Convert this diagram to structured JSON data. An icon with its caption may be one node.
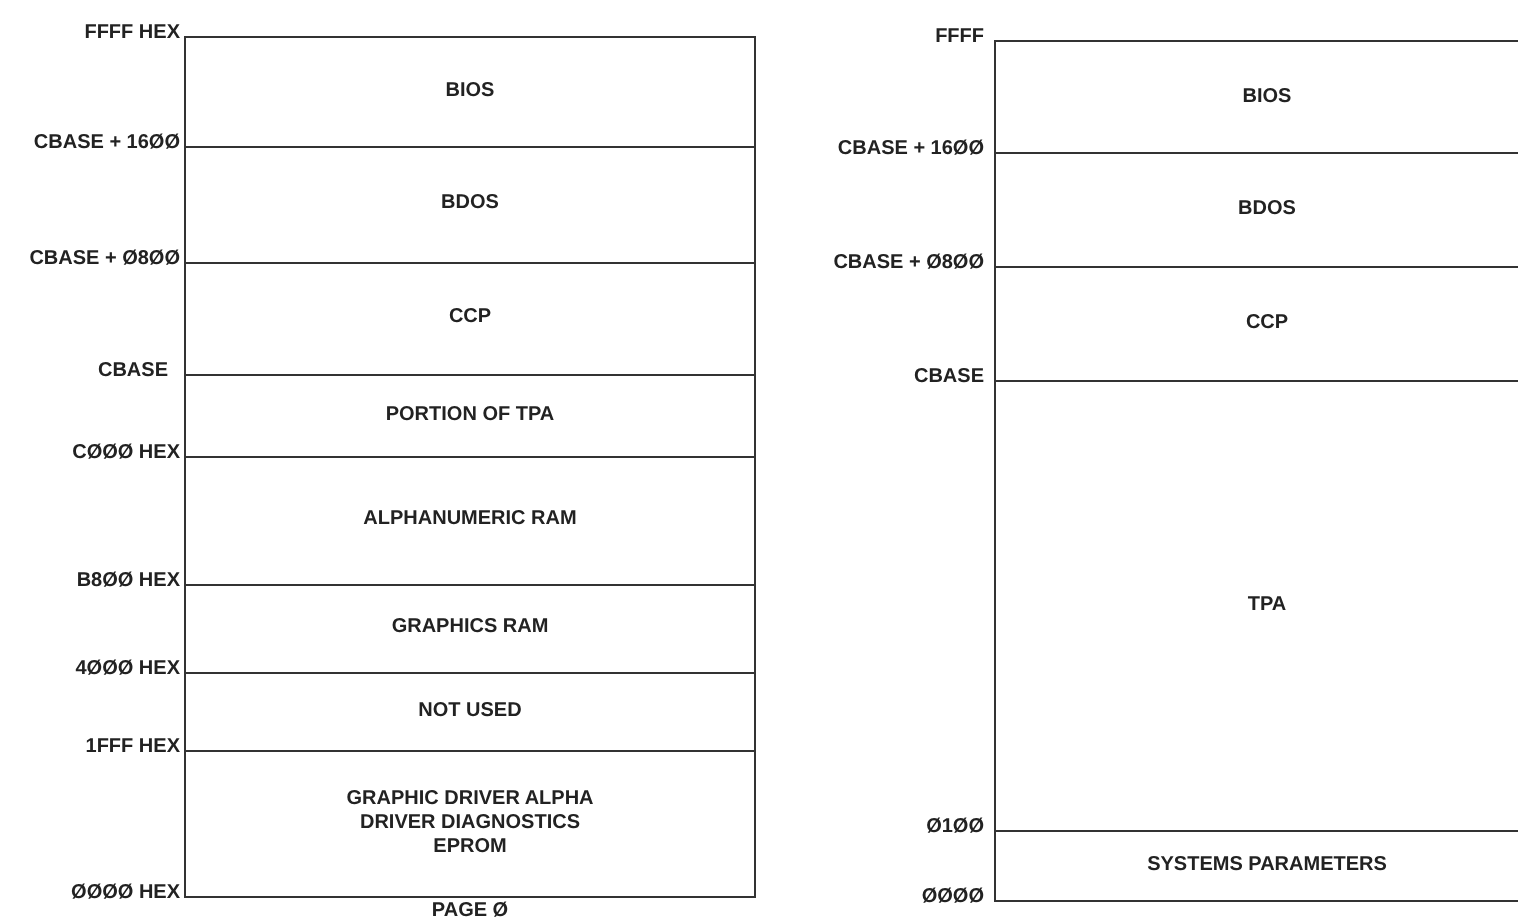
{
  "diagram": {
    "nodes": [
      {
        "text": [
          "BIOS"
        ]
      },
      {
        "text": [
          "BDOS"
        ]
      },
      {
        "text": [
          "CCP"
        ]
      },
      {
        "text": [
          "PORTION OF TPA"
        ]
      },
      {
        "text": [
          "ALPHANUMERIC RAM"
        ]
      },
      {
        "text": [
          "GRAPHICS RAM"
        ]
      },
      {
        "text": [
          "NOT USED"
        ]
      },
      {
        "text": [
          "GRAPHIC DRIVER ALPHA DRIVER DIAGNOSTICS EPROM"
        ]
      },
      {
        "text": [
          "BIOS"
        ]
      },
      {
        "text": [
          "BDOS"
        ]
      },
      {
        "text": [
          "CCP"
        ]
      },
      {
        "text": [
          "TPA"
        ]
      },
      {
        "text": [
          "SYSTEMS PARAMETERS"
        ]
      }
    ],
    "labels": [
      "FFFF HEX",
      "CBASE + 16ØØ",
      "CBASE + Ø8ØØ",
      "CBASE",
      "CØØØ HEX",
      "B8ØØ HEX",
      "4ØØØ HEX",
      "1FFF HEX",
      "ØØØØ HEX",
      "FFFF",
      "CBASE + 16ØØ",
      "CBASE + Ø8ØØ",
      "CBASE",
      "Ø1ØØ",
      "ØØØØ",
      "PAGE Ø"
    ]
  }
}
